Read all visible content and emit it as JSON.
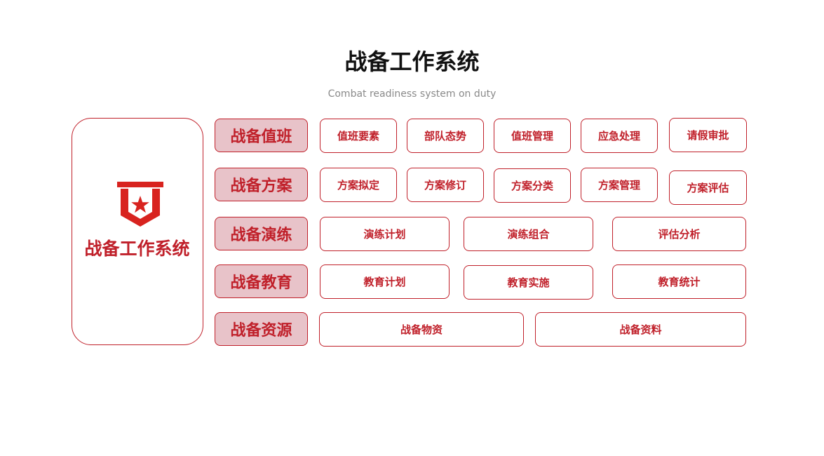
{
  "header": {
    "title": "战备工作系统",
    "subtitle": "Combat readiness system on duty"
  },
  "left_panel": {
    "label": "战备工作系统",
    "icon": "shield-star-icon"
  },
  "colors": {
    "accent": "#c0202a",
    "category_fill": "#e8c3c9",
    "title": "#111111",
    "subtitle": "#8a8a8a"
  },
  "rows": [
    {
      "category": "战备值班",
      "items": [
        "值班要素",
        "部队态势",
        "值班管理",
        "应急处理",
        "请假审批"
      ]
    },
    {
      "category": "战备方案",
      "items": [
        "方案拟定",
        "方案修订",
        "方案分类",
        "方案管理",
        "方案评估"
      ]
    },
    {
      "category": "战备演练",
      "items": [
        "演练计划",
        "演练组合",
        "评估分析"
      ]
    },
    {
      "category": "战备教育",
      "items": [
        "教育计划",
        "教育实施",
        "教育统计"
      ]
    },
    {
      "category": "战备资源",
      "items": [
        "战备物资",
        "战备资料"
      ]
    }
  ]
}
